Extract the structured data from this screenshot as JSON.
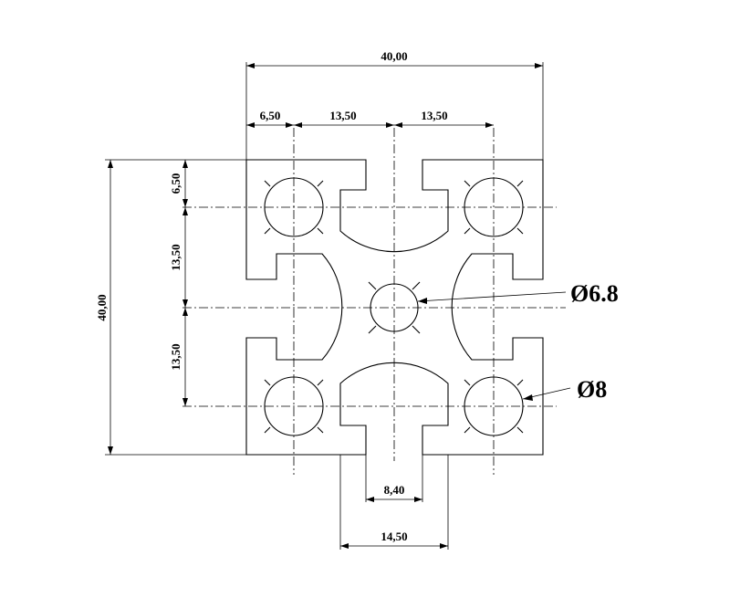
{
  "dimensions": {
    "overall_width": "40,00",
    "left_edge_to_hole": "6,50",
    "hole_to_center_left": "13,50",
    "hole_to_center_right": "13,50",
    "top_edge_to_hole": "6,50",
    "hole_to_center_upper": "13,50",
    "hole_to_center_lower": "13,50",
    "overall_height": "40,00",
    "slot_opening": "8,40",
    "slot_width": "14,50"
  },
  "callouts": {
    "center_bore": "Ø6.8",
    "corner_bore": "Ø8"
  }
}
